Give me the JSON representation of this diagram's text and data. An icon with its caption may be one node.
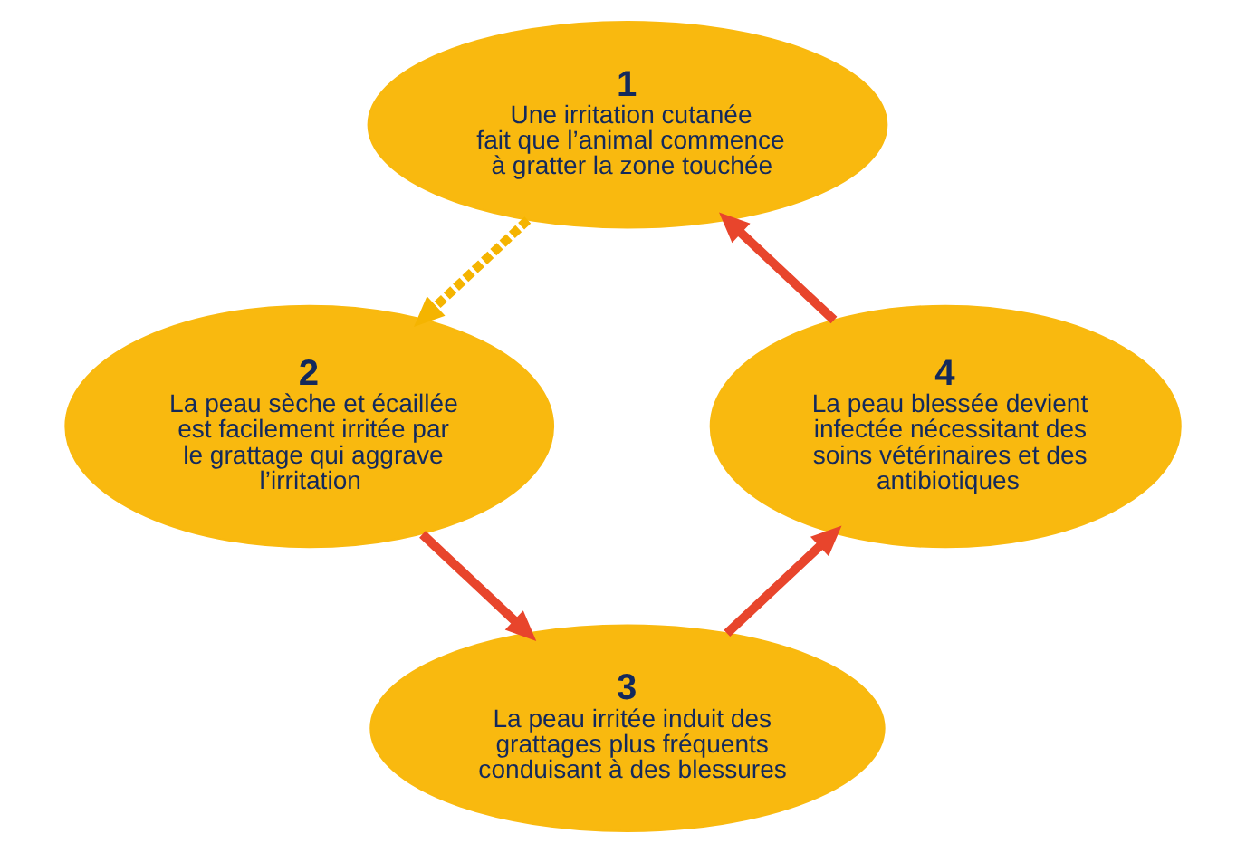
{
  "diagram": {
    "nodes": [
      {
        "text": [
          "1",
          "Une irritation cutanée fait que l’animal commence à gratter la zone touchée"
        ]
      },
      {
        "text": [
          "2",
          "La peau sèche et écaillée est facilement irritée par le grattage qui aggrave l’irritation"
        ]
      },
      {
        "text": [
          "3",
          "La peau irritée induit des grattages plus fréquents conduisant à des blessures"
        ]
      },
      {
        "text": [
          "4",
          "La peau blessée devient infectée nécessitant des soins vétérinaires et des antibiotiques"
        ]
      }
    ],
    "edges": [
      {
        "from": 0,
        "to": 1,
        "arrow": "to",
        "style": "dashed",
        "color": "#f5b400"
      },
      {
        "from": 1,
        "to": 2,
        "arrow": "to"
      },
      {
        "from": 2,
        "to": 3,
        "arrow": "to"
      },
      {
        "from": 3,
        "to": 0,
        "arrow": "to"
      }
    ]
  }
}
